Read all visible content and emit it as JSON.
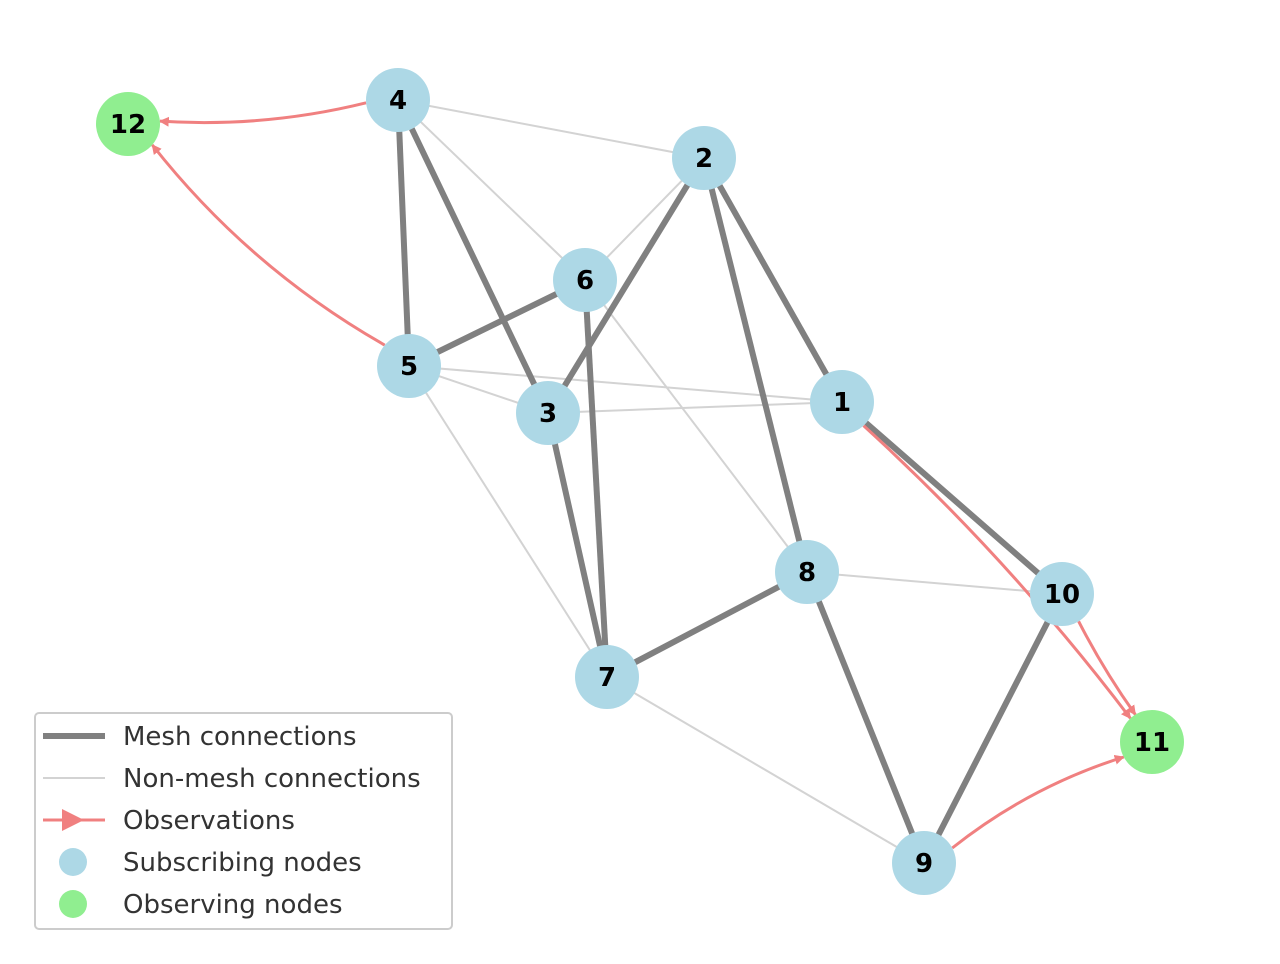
{
  "colors": {
    "mesh": "#808080",
    "non_mesh": "#d3d3d3",
    "observation": "#f08080",
    "subscribing": "#add8e6",
    "observing": "#90ee90",
    "legend_border": "#cccccc"
  },
  "nodes": [
    {
      "id": "1",
      "label": "1",
      "kind": "subscribing"
    },
    {
      "id": "2",
      "label": "2",
      "kind": "subscribing"
    },
    {
      "id": "3",
      "label": "3",
      "kind": "subscribing"
    },
    {
      "id": "4",
      "label": "4",
      "kind": "subscribing"
    },
    {
      "id": "5",
      "label": "5",
      "kind": "subscribing"
    },
    {
      "id": "6",
      "label": "6",
      "kind": "subscribing"
    },
    {
      "id": "7",
      "label": "7",
      "kind": "subscribing"
    },
    {
      "id": "8",
      "label": "8",
      "kind": "subscribing"
    },
    {
      "id": "9",
      "label": "9",
      "kind": "subscribing"
    },
    {
      "id": "10",
      "label": "10",
      "kind": "subscribing"
    },
    {
      "id": "11",
      "label": "11",
      "kind": "observing"
    },
    {
      "id": "12",
      "label": "12",
      "kind": "observing"
    }
  ],
  "edges": {
    "mesh": [
      [
        "4",
        "5"
      ],
      [
        "4",
        "3"
      ],
      [
        "5",
        "6"
      ],
      [
        "2",
        "3"
      ],
      [
        "2",
        "8"
      ],
      [
        "2",
        "1"
      ],
      [
        "1",
        "10"
      ],
      [
        "6",
        "7"
      ],
      [
        "3",
        "7"
      ],
      [
        "7",
        "8"
      ],
      [
        "8",
        "9"
      ],
      [
        "9",
        "10"
      ]
    ],
    "non_mesh": [
      [
        "4",
        "2"
      ],
      [
        "4",
        "6"
      ],
      [
        "6",
        "2"
      ],
      [
        "6",
        "8"
      ],
      [
        "5",
        "1"
      ],
      [
        "5",
        "3"
      ],
      [
        "3",
        "1"
      ],
      [
        "5",
        "7"
      ],
      [
        "8",
        "10"
      ],
      [
        "7",
        "9"
      ]
    ],
    "observations": [
      [
        "4",
        "12"
      ],
      [
        "5",
        "12"
      ],
      [
        "1",
        "11"
      ],
      [
        "10",
        "11"
      ],
      [
        "9",
        "11"
      ]
    ]
  },
  "legend": {
    "mesh_label": "Mesh connections",
    "non_mesh_label": "Non-mesh connections",
    "observations_label": "Observations",
    "subscribing_label": "Subscribing nodes",
    "observing_label": "Observing nodes"
  }
}
